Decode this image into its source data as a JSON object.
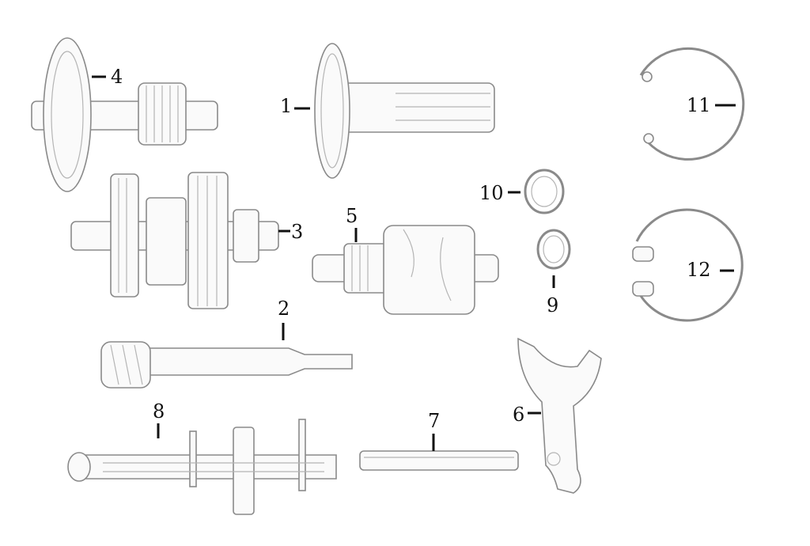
{
  "diagram": {
    "type": "exploded parts diagram",
    "parts": [
      {
        "number": "1",
        "name": "gear-shaft"
      },
      {
        "number": "2",
        "name": "main-shaft"
      },
      {
        "number": "3",
        "name": "countershaft-gear-cluster"
      },
      {
        "number": "4",
        "name": "gear-shaft-with-large-gear"
      },
      {
        "number": "5",
        "name": "shift-drum"
      },
      {
        "number": "6",
        "name": "shift-fork"
      },
      {
        "number": "7",
        "name": "fork-rod"
      },
      {
        "number": "8",
        "name": "shift-shaft"
      },
      {
        "number": "9",
        "name": "washer-small"
      },
      {
        "number": "10",
        "name": "washer"
      },
      {
        "number": "11",
        "name": "internal-circlip"
      },
      {
        "number": "12",
        "name": "external-circlip"
      }
    ]
  },
  "colors": {
    "outline": "#8a8a8a",
    "label": "#111111"
  }
}
